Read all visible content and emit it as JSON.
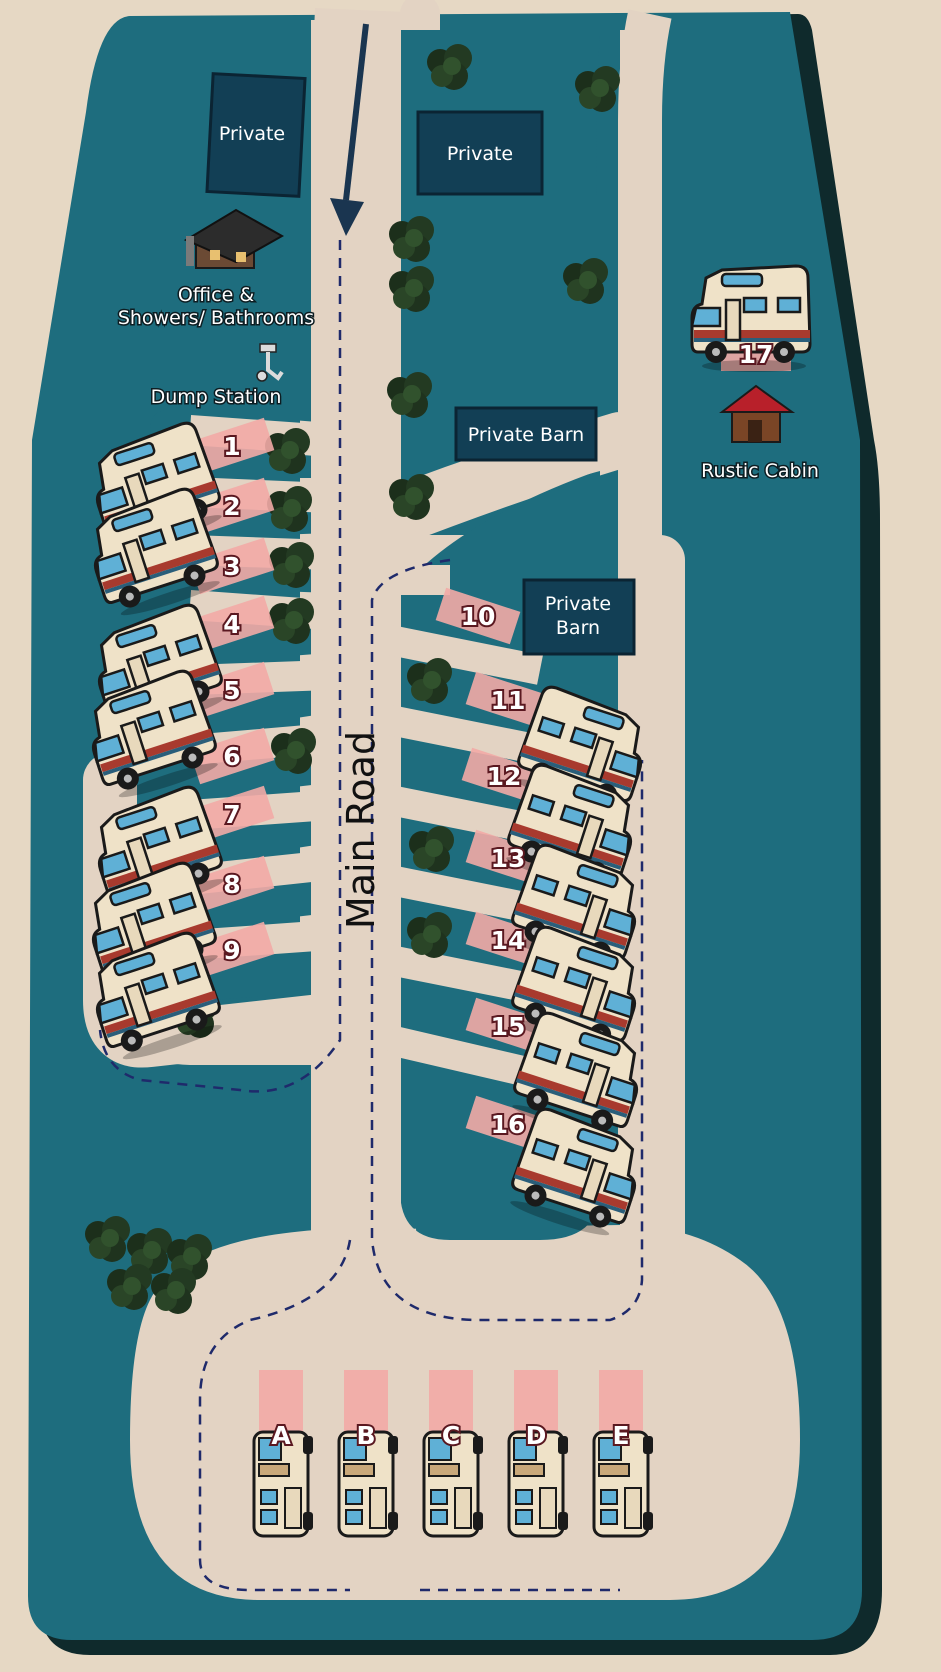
{
  "map": {
    "title": "",
    "road_label": "Main Road",
    "colors": {
      "background": "#e6d8c4",
      "grass": "#1e6d7e",
      "grass_edge": "#0f2a2c",
      "road": "#e3d3c3",
      "site_pad": "#f2aaa6",
      "building": "#123f55",
      "tree": "#233a22",
      "route_line": "#1f2a6b",
      "arrow": "#1a3550",
      "cabin": "#b8202a"
    },
    "buildings": [
      {
        "id": "private-1",
        "label": "Private"
      },
      {
        "id": "private-2",
        "label": "Private"
      },
      {
        "id": "private-barn-1",
        "label": "Private Barn"
      },
      {
        "id": "private-barn-2",
        "label_lines": [
          "Private",
          "Barn"
        ]
      }
    ],
    "amenities": {
      "office_lines": [
        "Office &",
        "Showers/ Bathrooms"
      ],
      "dump_station": "Dump Station",
      "cabin": "Rustic Cabin"
    },
    "sites": [
      {
        "label": "1",
        "side": "left",
        "occupied": true
      },
      {
        "label": "2",
        "side": "left",
        "occupied": true
      },
      {
        "label": "3",
        "side": "left",
        "occupied": false
      },
      {
        "label": "4",
        "side": "left",
        "occupied": true
      },
      {
        "label": "5",
        "side": "left",
        "occupied": true
      },
      {
        "label": "6",
        "side": "left",
        "occupied": false
      },
      {
        "label": "7",
        "side": "left",
        "occupied": true
      },
      {
        "label": "8",
        "side": "left",
        "occupied": true
      },
      {
        "label": "9",
        "side": "left",
        "occupied": true
      },
      {
        "label": "10",
        "side": "right",
        "occupied": false
      },
      {
        "label": "11",
        "side": "right",
        "occupied": true
      },
      {
        "label": "12",
        "side": "right",
        "occupied": true
      },
      {
        "label": "13",
        "side": "right",
        "occupied": true
      },
      {
        "label": "14",
        "side": "right",
        "occupied": true
      },
      {
        "label": "15",
        "side": "right",
        "occupied": true
      },
      {
        "label": "16",
        "side": "right",
        "occupied": true
      },
      {
        "label": "17",
        "side": "far-right",
        "occupied": true
      }
    ],
    "pull_through_sites": [
      {
        "label": "A",
        "occupied": true
      },
      {
        "label": "B",
        "occupied": true
      },
      {
        "label": "C",
        "occupied": true
      },
      {
        "label": "D",
        "occupied": true
      },
      {
        "label": "E",
        "occupied": true
      }
    ],
    "icons": [
      "rv-icon",
      "tree-icon",
      "office-building-icon",
      "dump-station-icon",
      "cabin-icon",
      "entrance-arrow-icon"
    ]
  }
}
